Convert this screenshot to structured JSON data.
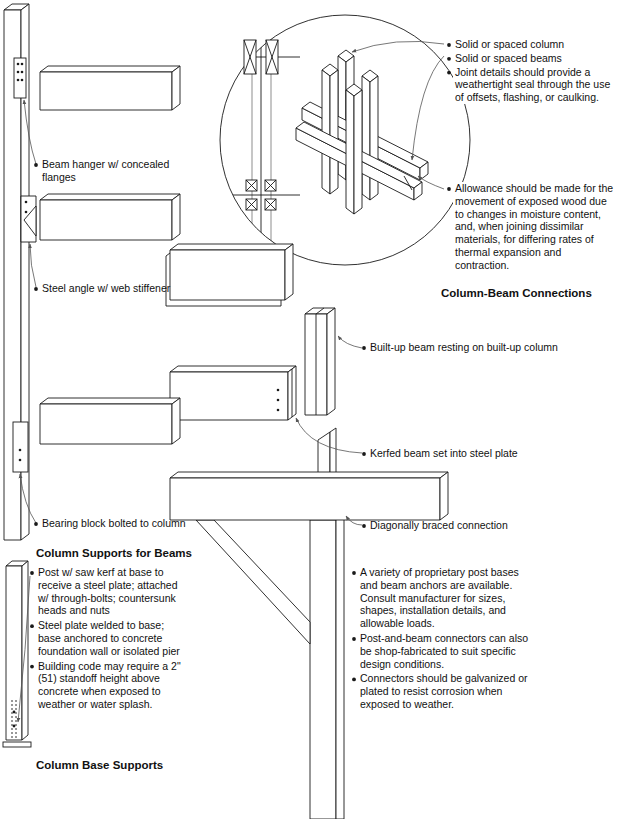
{
  "diagram": {
    "labels": [
      "Solid or spaced column",
      "Solid or spaced beams",
      "Joint details should provide a weathertight seal through the use of offsets, flashing, or caulking.",
      "Allowance should be made for the movement of exposed wood due to changes in moisture content, and, when joining dissimilar materials, for differing rates of thermal expansion and contraction.",
      "Column-Beam Connections",
      "Beam hanger w/ concealed flanges",
      "Steel angle w/ web stiffener",
      "Built-up beam resting on built-up column",
      "Kerfed beam set into steel plate",
      "Bearing block bolted to column",
      "Diagonally braced connection",
      "Column Supports for Beams",
      "Post w/ saw kerf at base to receive a steel plate; attached w/ through-bolts; countersunk heads and nuts",
      "Steel plate welded to base; base anchored to concrete foundation wall or isolated pier",
      "Building code may require a 2\" (51) standoff height above concrete when exposed to weather or water splash.",
      "A variety of proprietary post bases and beam anchors are available. Consult manufacturer for sizes, shapes, installation details, and allowable loads.",
      "Post-and-beam connectors can also be shop-fabricated to suit specific design conditions.",
      "Connectors should be galvanized or plated to resist corrosion when exposed to weather.",
      "Column Base Supports"
    ]
  }
}
